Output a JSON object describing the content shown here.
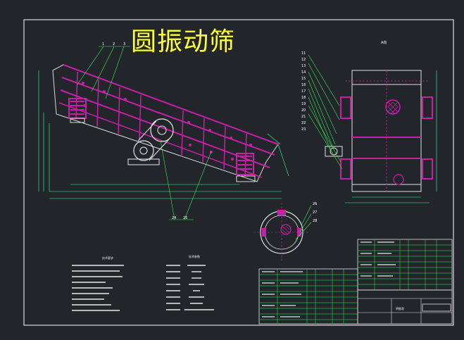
{
  "drawing": {
    "title": "圆振动筛",
    "view_label": "A向",
    "part_numbers": [
      "1",
      "2",
      "3"
    ],
    "leader_labels_right": [
      "11",
      "12",
      "13",
      "14",
      "15",
      "16",
      "17",
      "18",
      "19",
      "20",
      "21",
      "22",
      "23"
    ],
    "leader_labels_bottom": [
      "24",
      "25"
    ],
    "circle_labels": [
      "26",
      "27",
      "28"
    ],
    "note_heading": "技术要求",
    "spec_heading": "技术参数",
    "table_heading": "明细表",
    "colors": {
      "background": "#22262b",
      "frame": "#ffffff",
      "cad_lines": "#e0e0e0",
      "accent": "#c81ea8",
      "dimension": "#33ff99",
      "leader": "#33ee55",
      "title": "#ffff33"
    }
  }
}
